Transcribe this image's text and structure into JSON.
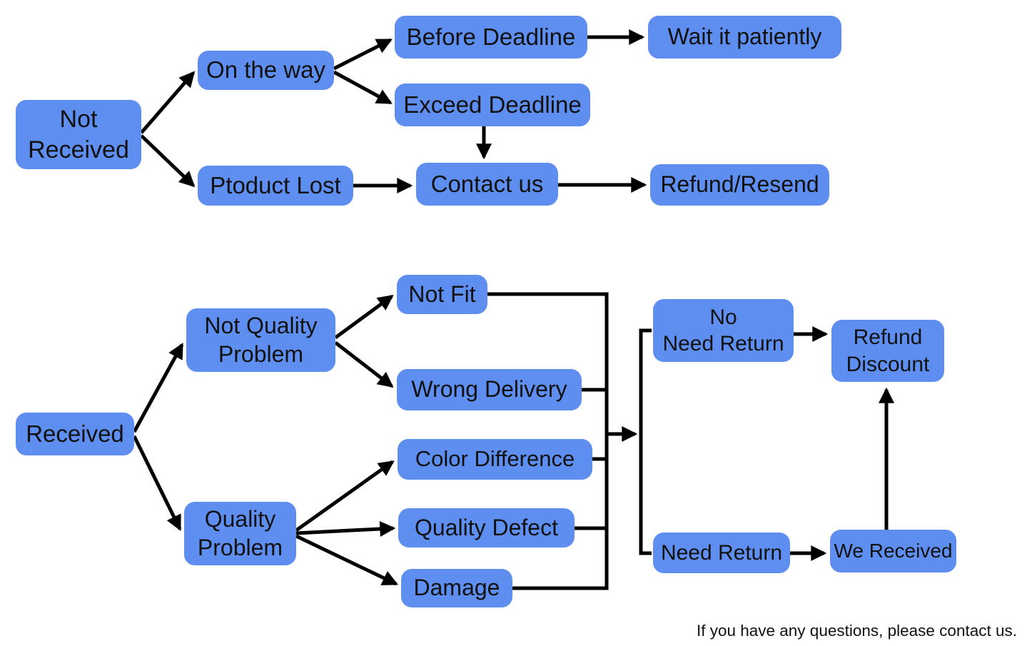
{
  "colors": {
    "background": "#ffffff",
    "node_fill": "#5e8ff0",
    "text": "#111111",
    "arrow": "#000000"
  },
  "caption": "If you have any questions, please contact us.",
  "nodes": {
    "not_received": {
      "label": "Not\nReceived"
    },
    "on_the_way": {
      "label": "On the way"
    },
    "before_deadline": {
      "label": "Before Deadline"
    },
    "wait_it_patiently": {
      "label": "Wait it patiently"
    },
    "exceed_deadline": {
      "label": "Exceed Deadline"
    },
    "ptoduct_lost": {
      "label": "Ptoduct Lost"
    },
    "contact_us": {
      "label": "Contact us"
    },
    "refund_resend": {
      "label": "Refund/Resend"
    },
    "received": {
      "label": "Received"
    },
    "not_quality_problem": {
      "label": "Not Quality\nProblem"
    },
    "not_fit": {
      "label": "Not Fit"
    },
    "wrong_delivery": {
      "label": "Wrong Delivery"
    },
    "color_difference": {
      "label": "Color Difference"
    },
    "quality_problem": {
      "label": "Quality\nProblem"
    },
    "quality_defect": {
      "label": "Quality Defect"
    },
    "damage": {
      "label": "Damage"
    },
    "no_need_return": {
      "label": "No\nNeed Return"
    },
    "refund_discount": {
      "label": "Refund\nDiscount"
    },
    "need_return": {
      "label": "Need Return"
    },
    "we_received": {
      "label": "We Received"
    }
  },
  "edges": [
    {
      "from": "Not Received",
      "to": "On the way"
    },
    {
      "from": "Not Received",
      "to": "Ptoduct Lost"
    },
    {
      "from": "On the way",
      "to": "Before Deadline"
    },
    {
      "from": "On the way",
      "to": "Exceed Deadline"
    },
    {
      "from": "Before Deadline",
      "to": "Wait it patiently"
    },
    {
      "from": "Exceed Deadline",
      "to": "Contact us"
    },
    {
      "from": "Ptoduct Lost",
      "to": "Contact us"
    },
    {
      "from": "Contact us",
      "to": "Refund/Resend"
    },
    {
      "from": "Received",
      "to": "Not Quality Problem"
    },
    {
      "from": "Received",
      "to": "Quality Problem"
    },
    {
      "from": "Not Quality Problem",
      "to": "Not Fit"
    },
    {
      "from": "Not Quality Problem",
      "to": "Wrong Delivery"
    },
    {
      "from": "Quality Problem",
      "to": "Color Difference"
    },
    {
      "from": "Quality Problem",
      "to": "Quality Defect"
    },
    {
      "from": "Quality Problem",
      "to": "Damage"
    },
    {
      "from": [
        "Not Fit",
        "Wrong Delivery",
        "Color Difference",
        "Quality Defect",
        "Damage"
      ],
      "via": "junction",
      "to": [
        "No Need Return",
        "Need Return"
      ]
    },
    {
      "from": "No Need Return",
      "to": "Refund Discount"
    },
    {
      "from": "Need Return",
      "to": "We Received"
    },
    {
      "from": "We Received",
      "to": "Refund Discount"
    }
  ]
}
